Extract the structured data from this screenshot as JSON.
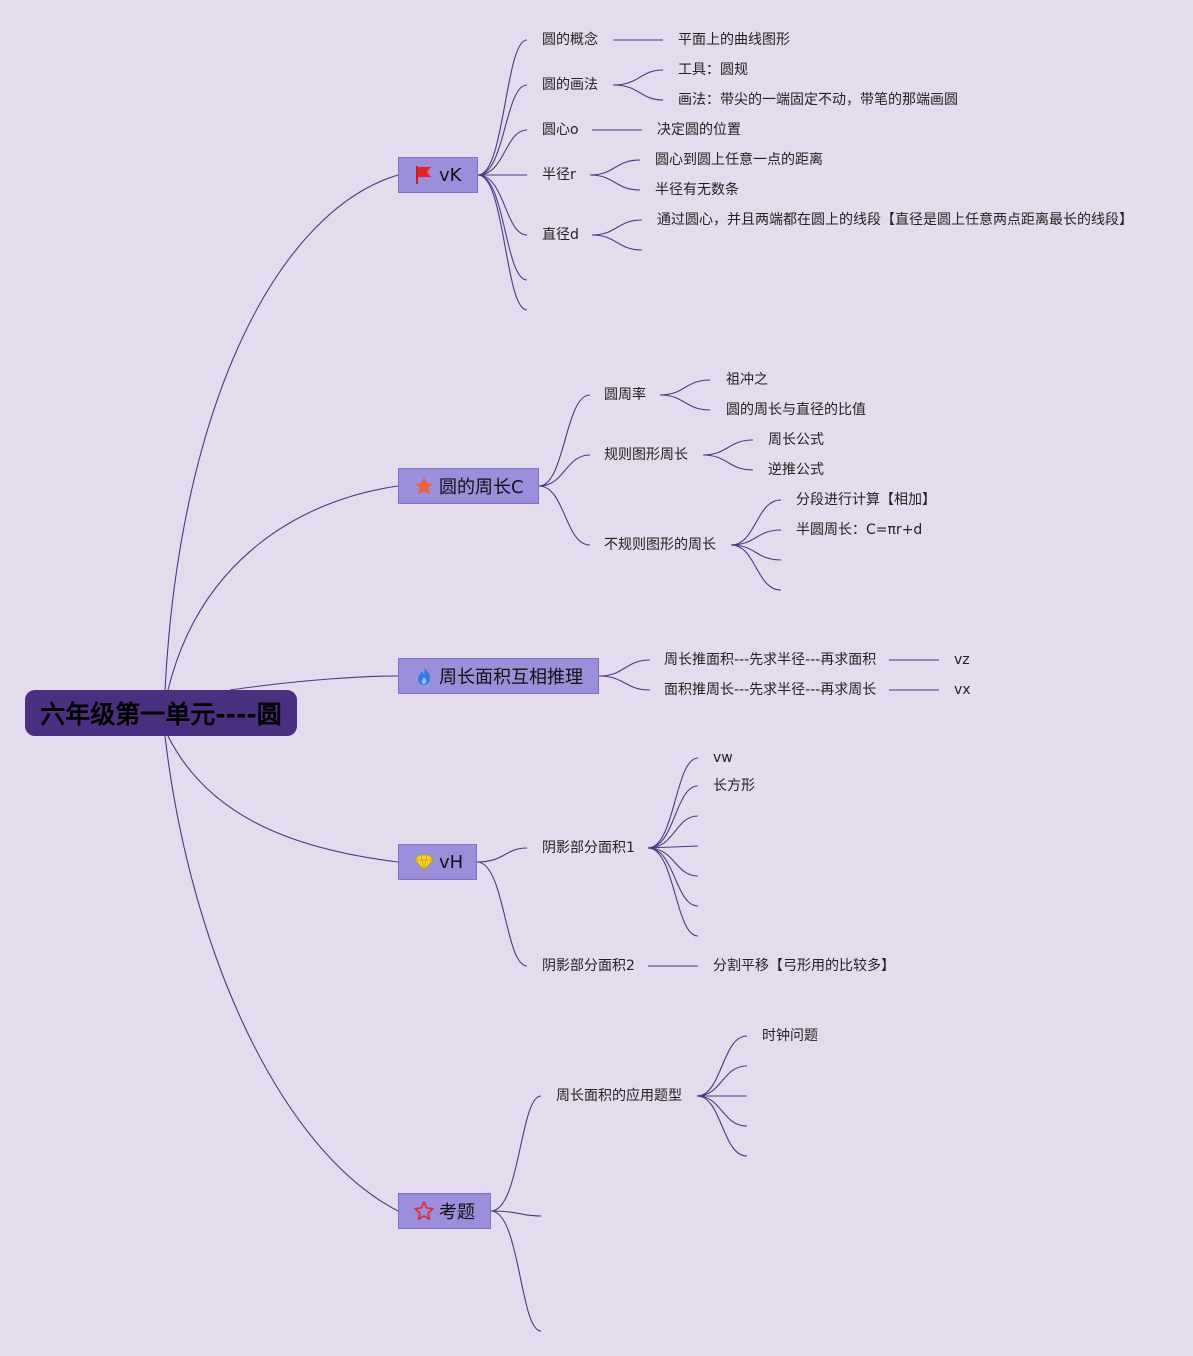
{
  "root": {
    "title": "六年级第一单元----圆"
  },
  "main": {
    "b1": {
      "label": "vK",
      "icon": "red-flag-icon"
    },
    "b2": {
      "label": "圆的周长C",
      "icon": "orange-star-icon"
    },
    "b3": {
      "label": "周长面积互相推理",
      "icon": "blue-flame-icon"
    },
    "b4": {
      "label": "vH",
      "icon": "yellow-diamond-icon"
    },
    "b5": {
      "label": "考题",
      "icon": "red-star-outline-icon"
    }
  },
  "sub": {
    "s1": "圆的概念",
    "s2": "圆的画法",
    "s3": "圆心o",
    "s4": "半径r",
    "s5": "直径d",
    "s6": "圆周率",
    "s7": "规则图形周长",
    "s8": "不规则图形的周长",
    "s9": "周长推面积---先求半径---再求面积",
    "s10": "面积推周长---先求半径---再求周长",
    "s11": "阴影部分面积1",
    "s12": "阴影部分面积2",
    "s13": "周长面积的应用题型"
  },
  "leaf": {
    "l1": "平面上的曲线图形",
    "l2": "工具：圆规",
    "l3": "画法：带尖的一端固定不动，带笔的那端画圆",
    "l4": "决定圆的位置",
    "l5": "圆心到圆上任意一点的距离",
    "l6": "半径有无数条",
    "l7": "通过圆心，并且两端都在圆上的线段【直径是圆上任意两点距离最长的线段】",
    "l8": "祖冲之",
    "l9": "圆的周长与直径的比值",
    "l10": "周长公式",
    "l11": "逆推公式",
    "l12": "分段进行计算【相加】",
    "l13": "半圆周长：C=πr+d",
    "l14": "vz",
    "l15": "vx",
    "l16": "vw",
    "l17": "长方形",
    "l18": "分割平移【弓形用的比较多】",
    "l19": "时钟问题"
  },
  "colors": {
    "background": "#e5dbee",
    "root": "#4b2f80",
    "main_node": "#9b8fdc",
    "link": "#4a3a82"
  }
}
